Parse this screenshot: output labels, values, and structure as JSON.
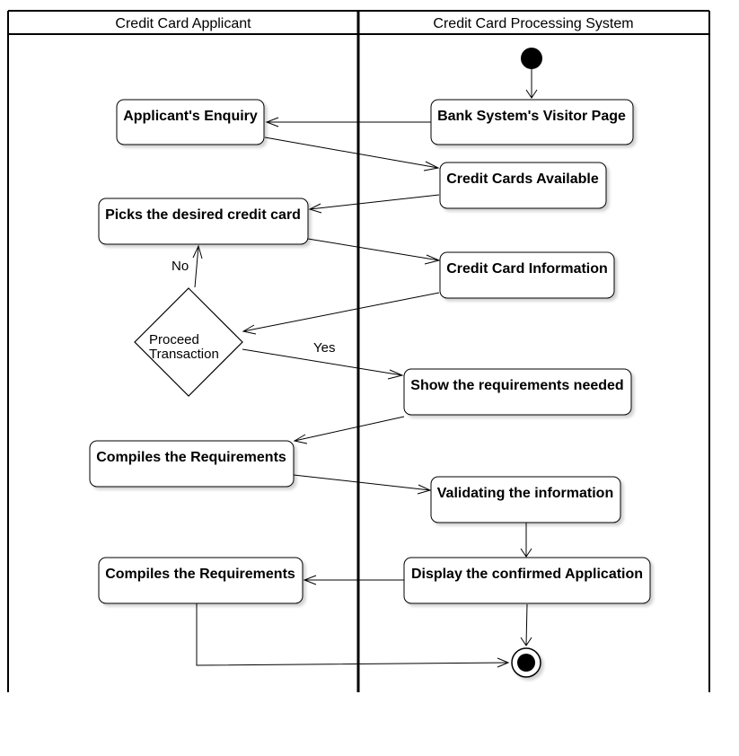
{
  "lanes": [
    {
      "id": "applicant",
      "title": "Credit Card Applicant"
    },
    {
      "id": "system",
      "title": "Credit Card Processing System"
    }
  ],
  "activities": [
    {
      "id": "enquiry",
      "label": "Applicant's Enquiry"
    },
    {
      "id": "visitor",
      "label": "Bank System's Visitor Page"
    },
    {
      "id": "available",
      "label": "Credit Cards Available"
    },
    {
      "id": "picks",
      "label": "Picks the desired credit card"
    },
    {
      "id": "info",
      "label": "Credit Card Information"
    },
    {
      "id": "show",
      "label": "Show the requirements needed"
    },
    {
      "id": "compiles1",
      "label": "Compiles the Requirements"
    },
    {
      "id": "validating",
      "label": "Validating the information"
    },
    {
      "id": "compiles2",
      "label": "Compiles the Requirements"
    },
    {
      "id": "display",
      "label": "Display the confirmed Application"
    }
  ],
  "decision": {
    "line1": "Proceed",
    "line2": "Transaction"
  },
  "guards": {
    "no": "No",
    "yes": "Yes"
  }
}
